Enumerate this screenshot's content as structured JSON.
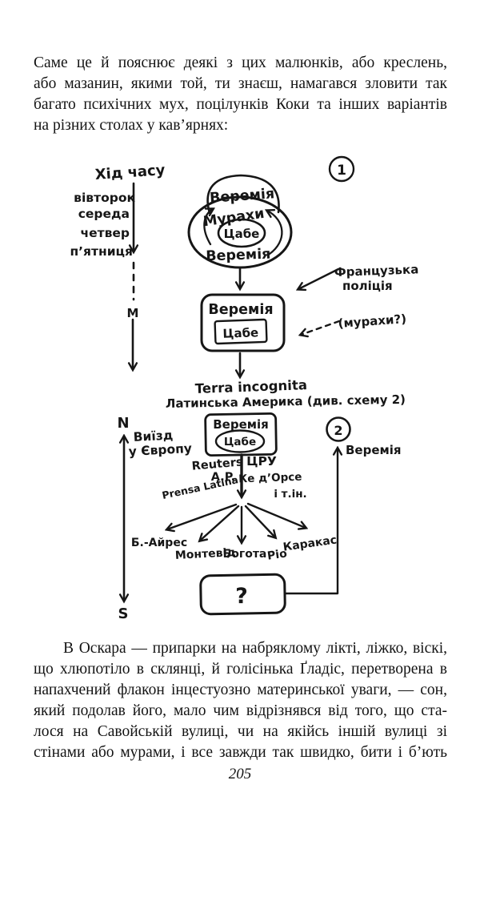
{
  "page": {
    "number": "205",
    "top_paragraph_lines": [
      "Саме це й пояснює деякі з цих малюнків, або креслень,",
      "або мазанин, якими той, ти знаєш, намагався зловити так",
      "багато психічних мух, поцілунків Коки та інших варіантів",
      "на різних столах у кав’ярнях:"
    ],
    "bottom_paragraph_lines": [
      "В Оскара — припарки на набряклому лікті, ліжко, віскі,",
      "що хлюпотіло в склянці, й голісінька Ґладіс, перетворена в",
      "напахчений флакон інцестуозно материнської уваги, — сон,",
      "який подолав його, мало чим відрізнявся від того, що ста-",
      "лося на Савойській вулиці, чи на якійсь іншій вулиці зі",
      "стінами або мурами, і все завжди так швидко, бити і б’ють"
    ]
  },
  "diagram": {
    "ink_color": "#161616",
    "timeline": {
      "title": "Хід часу",
      "days": [
        "вівторок",
        "середа",
        "четвер",
        "п’ятниця"
      ],
      "break_mark": "М"
    },
    "europe_axis": {
      "north": "N",
      "south": "S",
      "label_line1": "Виїзд",
      "label_line2": "у Європу"
    },
    "scheme1": {
      "badge": "1",
      "crown_label": "Веремія",
      "cycle_top": "Мурахи",
      "core": "Цабе",
      "cycle_bottom": "Веремія",
      "box_title": "Веремія",
      "box_core": "Цабе",
      "police_line1": "Французька",
      "police_line2": "поліція",
      "ants_note": "(мурахи?)",
      "terra_line1": "Terra incognita",
      "terra_line2": "Латинська Америка (див. схему 2)"
    },
    "scheme2": {
      "badge": "2",
      "box_title": "Веремія",
      "box_core": "Цабе",
      "agencies": [
        "Reuters",
        "ЦРУ",
        "A.P.",
        "Ке д’Орсе",
        "Prensa Latina",
        "і т.ін."
      ],
      "cities": [
        "Б.-Айрес",
        "Монтевід",
        "Богота",
        "Ріо",
        "Каракас"
      ],
      "unknown_box": "?",
      "return_label": "Веремія"
    }
  }
}
